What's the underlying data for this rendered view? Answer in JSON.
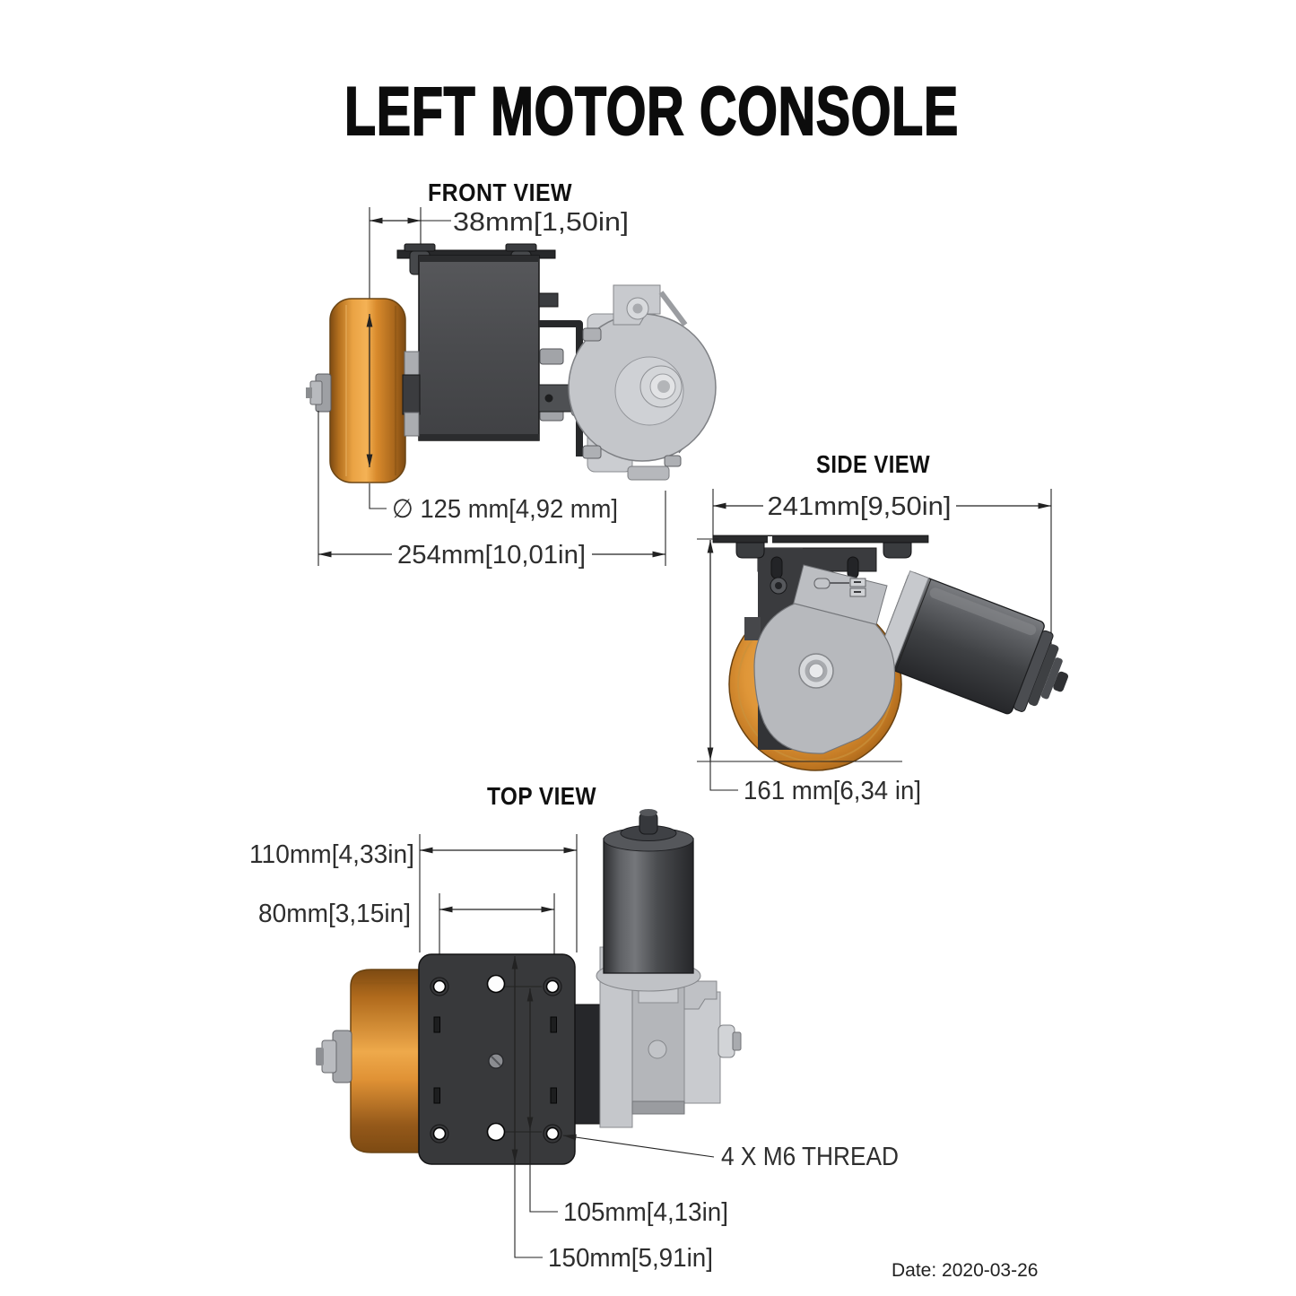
{
  "title": "LEFT MOTOR CONSOLE",
  "footer": {
    "date": "Date: 2020-03-26"
  },
  "front_view": {
    "label": "FRONT VIEW",
    "dim_offset_top": "38mm[1,50in]",
    "dim_wheel_diameter": "∅ 125 mm[4,92 mm]",
    "dim_overall_width": "254mm[10,01in]"
  },
  "side_view": {
    "label": "SIDE VIEW",
    "dim_overall_length": "241mm[9,50in]",
    "dim_overall_height": "161 mm[6,34 in]"
  },
  "top_view": {
    "label": "TOP VIEW",
    "dim_plate_width": "110mm[4,33in]",
    "dim_hole_spacing_width": "80mm[3,15in]",
    "dim_hole_spacing_length": "105mm[4,13in]",
    "dim_plate_length": "150mm[5,91in]",
    "thread_note": "4 X M6 THREAD"
  },
  "colors": {
    "wheel_orange": "#d98a2e",
    "console_dark": "#4a4b4d",
    "motor_light_gray": "#c3c5c9",
    "motor_dark_gray": "#3f4144",
    "line": "#222222"
  }
}
